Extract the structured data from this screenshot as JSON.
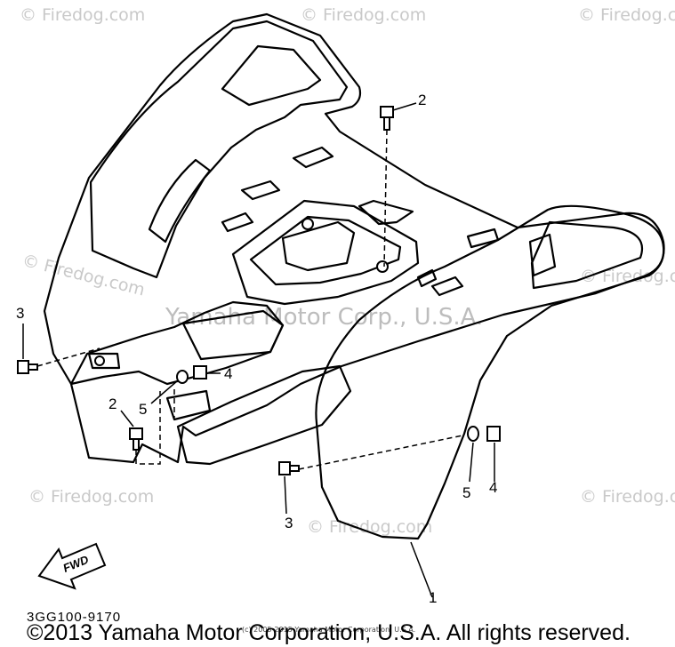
{
  "watermarks": {
    "small": "© Firedog.com",
    "middle": "Yamaha Motor Corp., U.S.A."
  },
  "callouts": {
    "c1": "1",
    "c2_top": "2",
    "c2_left": "2",
    "c3_left": "3",
    "c3_bottom": "3",
    "c4_center": "4",
    "c4_right": "4",
    "c5_left": "5",
    "c5_right": "5"
  },
  "direction_arrow_label": "FWD",
  "part_code": "3GG100-9170",
  "small_copyright": "(c) 2005-2015 Yamaha Motor Corporation, U.S.A.",
  "footer_copyright": "©2013 Yamaha Motor Corporation, U.S.A. All rights reserved."
}
